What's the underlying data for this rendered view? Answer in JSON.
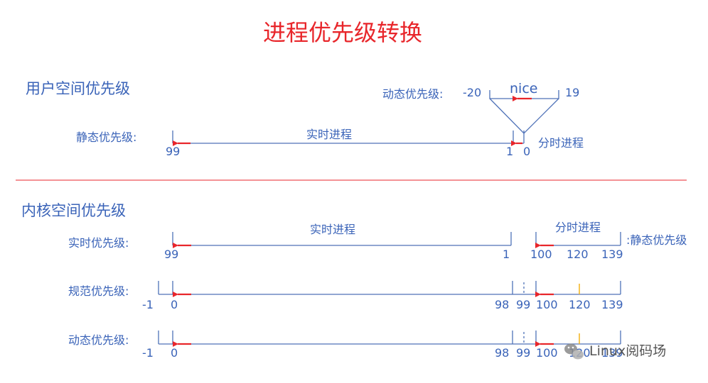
{
  "title": "进程优先级转换",
  "user_space": {
    "heading": "用户空间优先级",
    "dynamic_label": "动态优先级:",
    "nice_label": "nice",
    "nice_min": "-20",
    "nice_max": "19",
    "static_label": "静态优先级:",
    "realtime_text": "实时进程",
    "timeshare_text": "分时进程",
    "tick_99": "99",
    "tick_1": "1",
    "tick_0": "0"
  },
  "kernel_space": {
    "heading": "内核空间优先级",
    "realtime_prio": {
      "label": "实时优先级:",
      "realtime_text": "实时进程",
      "timeshare_text": "分时进程",
      "static_suffix": ":静态优先级",
      "ticks": [
        "99",
        "1",
        "100",
        "120",
        "139"
      ]
    },
    "normal_prio": {
      "label": "规范优先级:",
      "ticks": [
        "-1",
        "0",
        "98",
        "99",
        "100",
        "120",
        "139"
      ]
    },
    "dynamic_prio": {
      "label": "动态优先级:",
      "ticks": [
        "-1",
        "0",
        "98",
        "99",
        "100",
        "120",
        "139"
      ]
    }
  },
  "watermark": "Linux阅码场",
  "colors": {
    "line": "#4f72b8",
    "accent": "#e8262b",
    "marker": "#f2b21b",
    "divider": "#e8262b"
  }
}
